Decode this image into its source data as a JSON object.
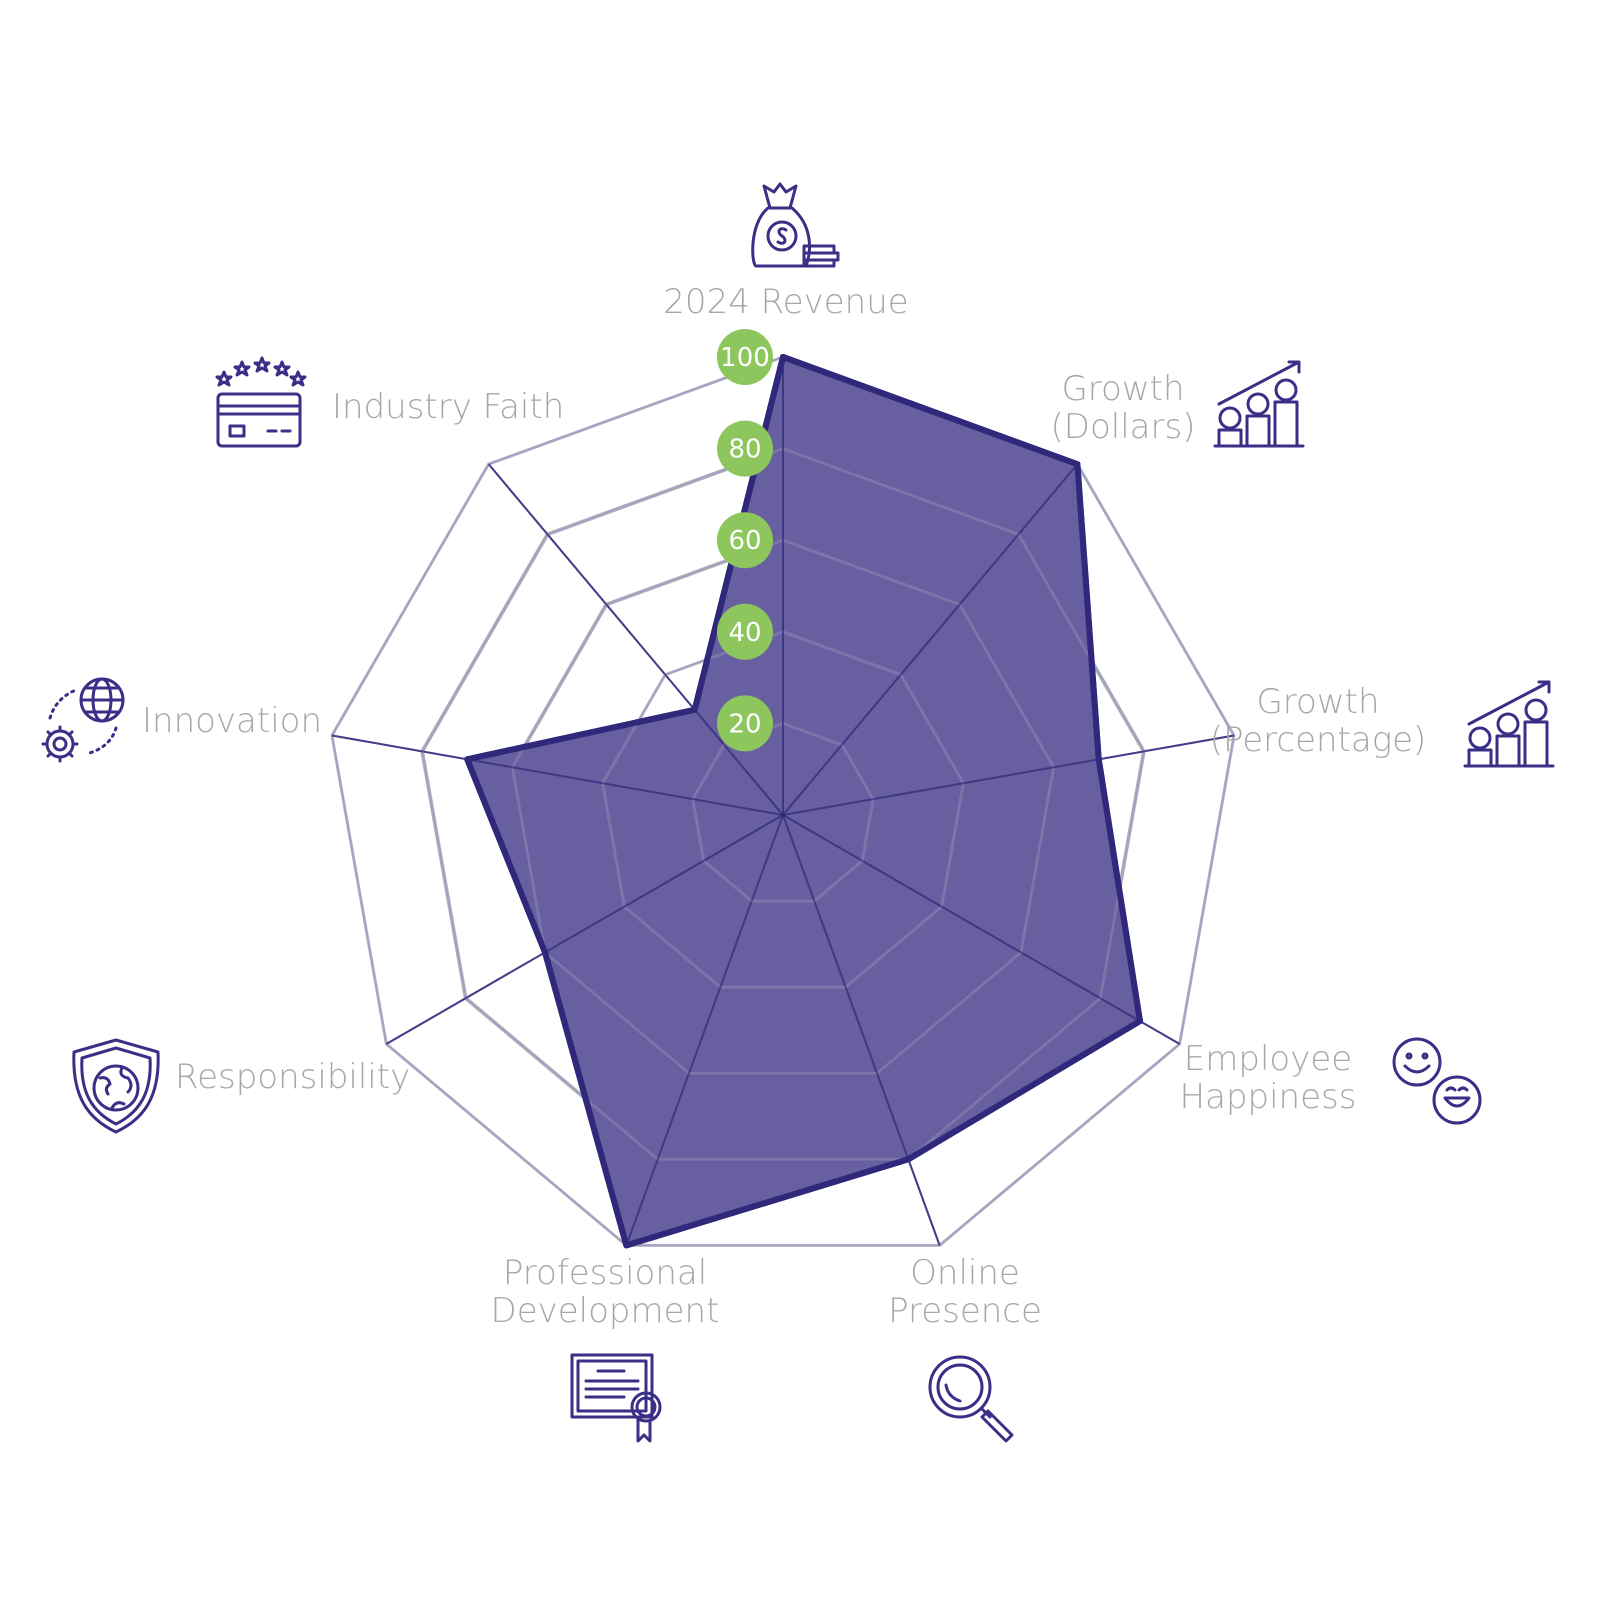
{
  "chart_data": {
    "type": "radar",
    "title": "",
    "axes": [
      "2024 Revenue",
      "Growth (Dollars)",
      "Growth (Percentage)",
      "Employee Happiness",
      "Online Presence",
      "Professional Development",
      "Responsibility",
      "Innovation",
      "Industry Faith"
    ],
    "axis_label_lines": [
      [
        "2024 Revenue"
      ],
      [
        "Growth",
        "(Dollars)"
      ],
      [
        "Growth",
        "(Percentage)"
      ],
      [
        "Employee",
        "Happiness"
      ],
      [
        "Online",
        "Presence"
      ],
      [
        "Professional",
        "Development"
      ],
      [
        "Responsibility"
      ],
      [
        "Innovation"
      ],
      [
        "Industry Faith"
      ]
    ],
    "icons": [
      "money-bag-icon",
      "growth-coins-icon",
      "growth-coins-icon",
      "smiley-faces-icon",
      "magnifier-icon",
      "certificate-icon",
      "shield-globe-icon",
      "globe-gear-icon",
      "credit-card-stars-icon"
    ],
    "values": [
      100,
      100,
      70,
      90,
      80,
      100,
      60,
      70,
      30
    ],
    "range": [
      0,
      100
    ],
    "ticks": [
      "20",
      "40",
      "60",
      "80",
      "100"
    ],
    "tick_values": [
      20,
      40,
      60,
      80,
      100
    ],
    "colors": {
      "fill": "#5b5399",
      "stroke": "#30287a",
      "tick_badge": "#8cc65d",
      "grid": "#cfcfcf",
      "label": "#a7a7a7",
      "spoke": "#6a62a8"
    }
  }
}
